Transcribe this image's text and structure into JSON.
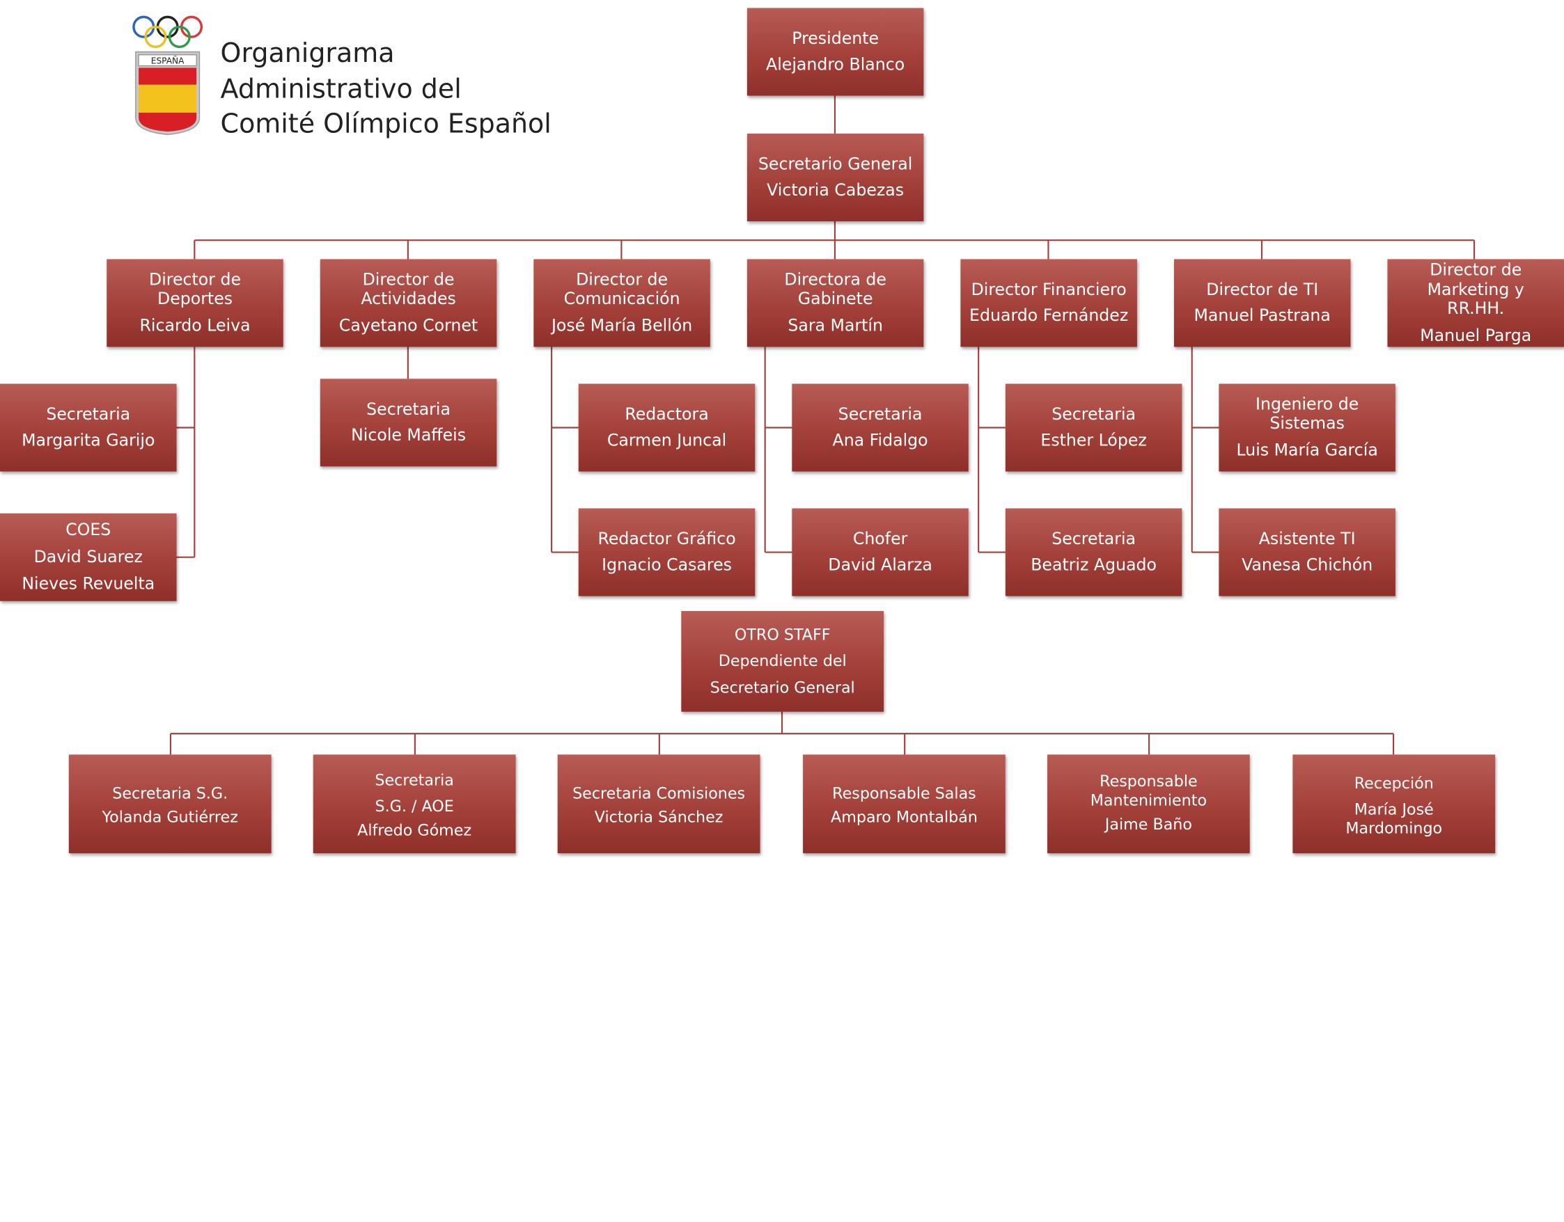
{
  "header": {
    "title_lines": [
      "Organigrama",
      "Administrativo del",
      "Comité Olímpico Español"
    ],
    "logo_text": "ESPAÑA"
  },
  "colors": {
    "box_fill": "#a3403a",
    "line": "#a3403a",
    "text": "#ffffff"
  },
  "boxes": {
    "presidente": {
      "role": "Presidente",
      "name": "Alejandro Blanco"
    },
    "secretario_general": {
      "role": "Secretario General",
      "name": "Victoria Cabezas"
    },
    "dir_deportes": {
      "role": "Director de Deportes",
      "name": "Ricardo Leiva"
    },
    "dir_actividades": {
      "role": "Director de Actividades",
      "name": "Cayetano Cornet"
    },
    "dir_comunicacion": {
      "role": "Director de Comunicación",
      "name": "José María Bellón"
    },
    "dir_gabinete": {
      "role": "Directora de Gabinete",
      "name": "Sara Martín"
    },
    "dir_financiero": {
      "role": "Director Financiero",
      "name": "Eduardo Fernández"
    },
    "dir_ti": {
      "role": "Director de TI",
      "name": "Manuel Pastrana"
    },
    "dir_marketing": {
      "role": "Director de Marketing y RR.HH.",
      "name": "Manuel Parga"
    },
    "sec_deportes": {
      "role": "Secretaria",
      "name": "Margarita Garijo"
    },
    "coes": {
      "role": "COES",
      "name": "David Suarez",
      "name2": "Nieves Revuelta"
    },
    "sec_actividades": {
      "role": "Secretaria",
      "name": "Nicole Maffeis"
    },
    "redactora": {
      "role": "Redactora",
      "name": "Carmen Juncal"
    },
    "redactor_grafico": {
      "role": "Redactor Gráfico",
      "name": "Ignacio Casares"
    },
    "sec_gabinete": {
      "role": "Secretaria",
      "name": "Ana Fidalgo"
    },
    "chofer": {
      "role": "Chofer",
      "name": "David Alarza"
    },
    "sec_financiero_1": {
      "role": "Secretaria",
      "name": "Esther López"
    },
    "sec_financiero_2": {
      "role": "Secretaria",
      "name": "Beatriz Aguado"
    },
    "ingeniero": {
      "role": "Ingeniero de Sistemas",
      "name": "Luis María García"
    },
    "asistente_ti": {
      "role": "Asistente TI",
      "name": "Vanesa Chichón"
    },
    "otro_staff": {
      "lines": [
        "OTRO STAFF",
        "Dependiente del",
        "Secretario General"
      ]
    },
    "sec_sg": {
      "role": "Secretaria S.G.",
      "name": "Yolanda Gutiérrez"
    },
    "sec_sg_aoe": {
      "role": "Secretaria",
      "role2": "S.G. / AOE",
      "name": "Alfredo Gómez"
    },
    "sec_comisiones": {
      "role": "Secretaria Comisiones",
      "name": "Victoria Sánchez"
    },
    "resp_salas": {
      "role": "Responsable Salas",
      "name": "Amparo Montalbán"
    },
    "resp_mantenimiento": {
      "role": "Responsable Mantenimiento",
      "name": "Jaime Baño"
    },
    "recepcion": {
      "role": "Recepción",
      "name": "María José Mardomingo"
    }
  }
}
